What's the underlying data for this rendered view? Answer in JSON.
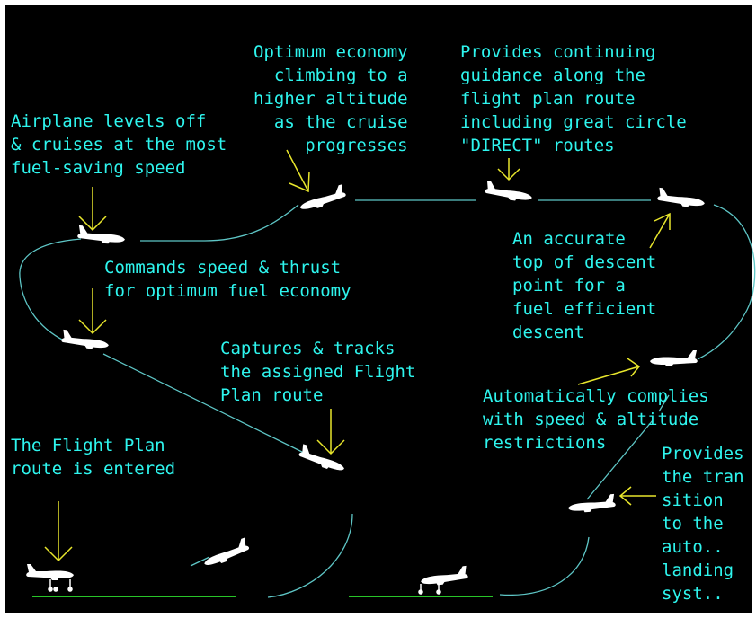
{
  "colors": {
    "background": "#000000",
    "text": "#2ef5ee",
    "path_line": "#5ec6c6",
    "pointer_arrow": "#e8e62c",
    "runway": "#28c428",
    "airplane": "#ffffff"
  },
  "annotations": {
    "route_entered": "The Flight Plan\nroute is entered",
    "levels_off": "Airplane levels off\n& cruises at the most\nfuel-saving speed",
    "commands_speed": "Commands speed & thrust\nfor optimum fuel economy",
    "captures_route": "Captures & tracks\nthe assigned Flight\nPlan route",
    "optimum_climb": "Optimum economy\nclimbing to a\nhigher altitude\nas the cruise\nprogresses",
    "continuing_guidance": "Provides continuing\nguidance along the\nflight plan route\nincluding great circle\n\"DIRECT\" routes",
    "top_of_descent": "An accurate\ntop of descent\npoint for a\nfuel efficient\ndescent",
    "complies_restrictions": "Automatically complies\nwith speed & altitude\nrestrictions",
    "transition_landing": "Provides\nthe tran\nsition\nto the\nauto..\nlanding\nsyst.."
  }
}
